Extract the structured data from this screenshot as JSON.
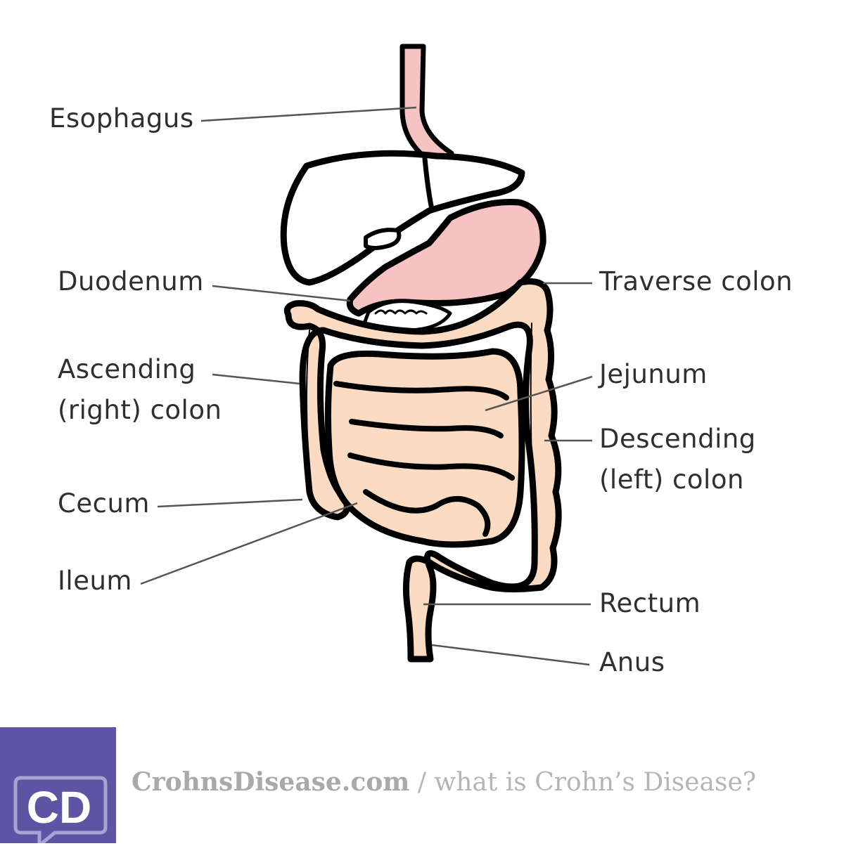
{
  "diagram": {
    "labels": {
      "esophagus": "Esophagus",
      "duodenum": "Duodenum",
      "ascending_1": "Ascending",
      "ascending_2": "(right) colon",
      "cecum": "Cecum",
      "ileum": "Ileum",
      "traverse": "Traverse colon",
      "jejunum": "Jejunum",
      "descending_1": "Descending",
      "descending_2": "(left) colon",
      "rectum": "Rectum",
      "anus": "Anus"
    },
    "colors": {
      "outline": "#000000",
      "intestine": "#fbdcc2",
      "stomach": "#f7c2c2",
      "esophagus": "#f7c2c2",
      "liver": "#ffffff",
      "leader_line": "#555555",
      "brand": "#5d55a3"
    }
  },
  "brand": {
    "logo_text": "CD",
    "site": "CrohnsDisease.com",
    "separator": "/",
    "path": "what is Crohn’s Disease?"
  }
}
